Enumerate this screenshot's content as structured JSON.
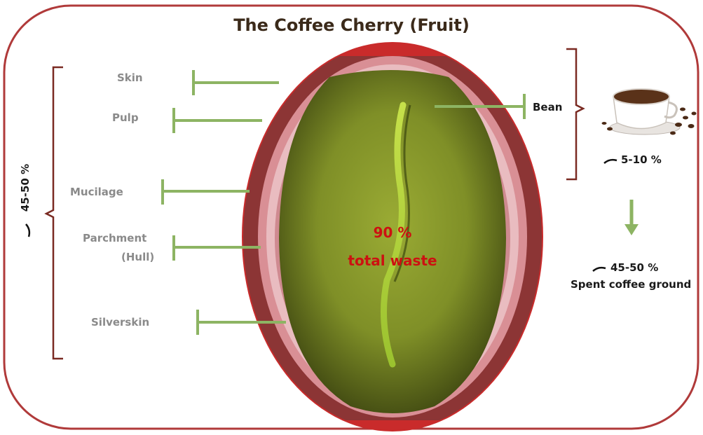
{
  "title": "The Coffee Cherry (Fruit)",
  "layers": {
    "skin": "Skin",
    "pulp": "Pulp",
    "mucilage": "Mucilage",
    "parchment_line1": "Parchment",
    "parchment_line2": "(Hull)",
    "silverskin": "Silverskin"
  },
  "bean_label": "Bean",
  "left_bracket_percent": "45-50 %",
  "bean_percent": "5-10 %",
  "spent_percent": "45-50 %",
  "spent_label": "Spent coffee ground",
  "center_percent": "90 %",
  "center_label": "total waste",
  "colors": {
    "frame": "#b03a3a",
    "outer_skin": "#c92b2b",
    "pulp": "#8c3535",
    "mucilage": "#d98f95",
    "parchment": "#e9bcc0",
    "silverskin": "#cf8a90",
    "bean": "#8a9a2a",
    "pointer": "#8db463",
    "bracket": "#7a2a22",
    "arrow": "#8db463",
    "center_text": "#cc1111"
  }
}
